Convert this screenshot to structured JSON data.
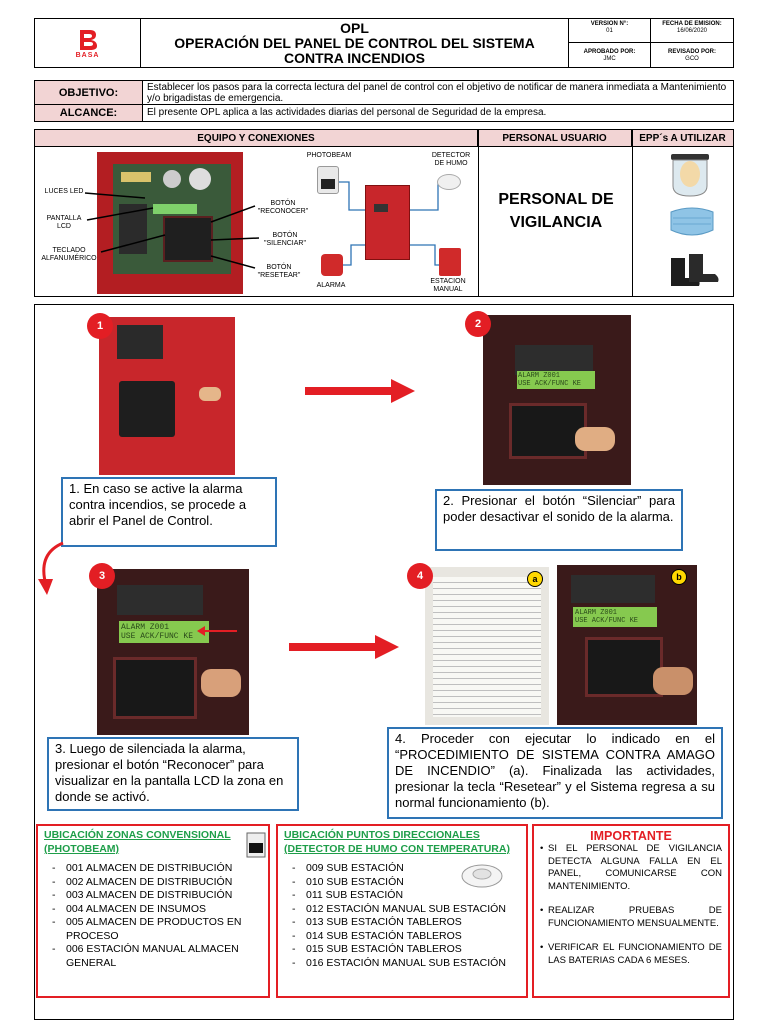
{
  "header": {
    "logo_text": "BASA",
    "title_line1": "OPL",
    "title_line2": "OPERACIÓN DEL PANEL DE CONTROL DEL SISTEMA",
    "title_line3": "CONTRA INCENDIOS",
    "version_label": "VERSION N°:",
    "version_value": "01",
    "fecha_label": "FECHA DE EMISION:",
    "fecha_value": "16/06/2020",
    "aprobado_label": "APROBADO POR:",
    "aprobado_value": "JMC",
    "revisado_label": "REVISADO POR:",
    "revisado_value": "GCO"
  },
  "objetivo": {
    "label": "OBJETIVO:",
    "text": "Establecer los pasos para la correcta lectura del panel de control con el objetivo de notificar de manera  inmediata a Mantenimiento y/o brigadistas de emergencia."
  },
  "alcance": {
    "label": "ALCANCE:",
    "text": "El presente OPL aplica a las actividades diarias del personal de Seguridad de la empresa."
  },
  "equipment": {
    "header_equipo": "EQUIPO Y CONEXIONES",
    "header_personal": "PERSONAL USUARIO",
    "header_epp": "EPP´s A UTILIZAR",
    "labels": {
      "luces_led": "LUCES LED",
      "pantalla_lcd": "PANTALLA\nLCD",
      "teclado": "TECLADO\nALFANUMÉRICO",
      "boton_reconocer": "BOTÓN\n\"RECONOCER\"",
      "boton_silenciar": "BOTÓN\n\"SILENCIAR\"",
      "boton_resetear": "BOTÓN\n\"RESETEAR\"",
      "photobeam": "PHOTOBEAM",
      "detector": "DETECTOR\nDE HUMO",
      "alarma": "ALARMA",
      "estacion": "ESTACION\nMANUAL"
    },
    "personal_text": "PERSONAL DE VIGILANCIA"
  },
  "steps": {
    "s1_num": "1",
    "s1_text": "1. En caso se active la alarma contra incendios, se procede a abrir el Panel de Control.",
    "s2_num": "2",
    "s2_text": "2. Presionar el botón “Silenciar” para poder desactivar el sonido de la alarma.",
    "s3_num": "3",
    "s3_text": "3. Luego de silenciada la alarma, presionar el botón “Reconocer” para visualizar en la pantalla LCD la zona en donde se activó.",
    "s4_num": "4",
    "s4_a": "a",
    "s4_b": "b",
    "s4_text": "4. Proceder con ejecutar lo indicado en el “PROCEDIMIENTO DE SISTEMA CONTRA AMAGO DE INCENDIO” (a). Finalizada las actividades, presionar la tecla “Resetear” y el Sistema regresa a su normal funcionamiento (b).",
    "lcd_line1": "ALARM  Z001",
    "lcd_line2": "USE ACK/FUNC KE"
  },
  "zonas": {
    "title": "UBICACIÓN ZONAS CONVENSIONAL (PHOTOBEAM)",
    "items": [
      "001 ALMACEN DE DISTRIBUCIÓN",
      "002 ALMACEN DE DISTRIBUCIÓN",
      "003 ALMACEN DE DISTRIBUCIÓN",
      "004 ALMACEN DE INSUMOS",
      "005 ALMACEN DE PRODUCTOS EN PROCESO",
      "006 ESTACIÓN MANUAL ALMACEN GENERAL"
    ]
  },
  "puntos": {
    "title": "UBICACIÓN PUNTOS DIRECCIONALES (DETECTOR DE HUMO CON TEMPERATURA)",
    "items": [
      "009 SUB ESTACIÓN",
      "010 SUB ESTACIÓN",
      "011 SUB ESTACIÓN",
      "012 ESTACIÓN MANUAL SUB ESTACIÓN",
      "013 SUB ESTACIÓN TABLEROS",
      "014 SUB ESTACIÓN TABLEROS",
      "015 SUB ESTACIÓN TABLEROS",
      "016 ESTACIÓN MANUAL SUB ESTACIÓN"
    ]
  },
  "importante": {
    "title": "IMPORTANTE",
    "items": [
      "SI EL PERSONAL DE VIGILANCIA DETECTA ALGUNA FALLA EN EL PANEL, COMUNICARSE CON MANTENIMIENTO.",
      "REALIZAR PRUEBAS DE FUNCIONAMIENTO MENSUALMENTE.",
      "VERIFICAR EL FUNCIONAMIENTO DE LAS BATERIAS CADA 6 MESES."
    ]
  },
  "colors": {
    "brand_red": "#e31e24",
    "header_pink": "#f2d4d4",
    "step_border_blue": "#2e74b5",
    "green_title": "#1e9e49",
    "panel_red": "#c8262b"
  }
}
